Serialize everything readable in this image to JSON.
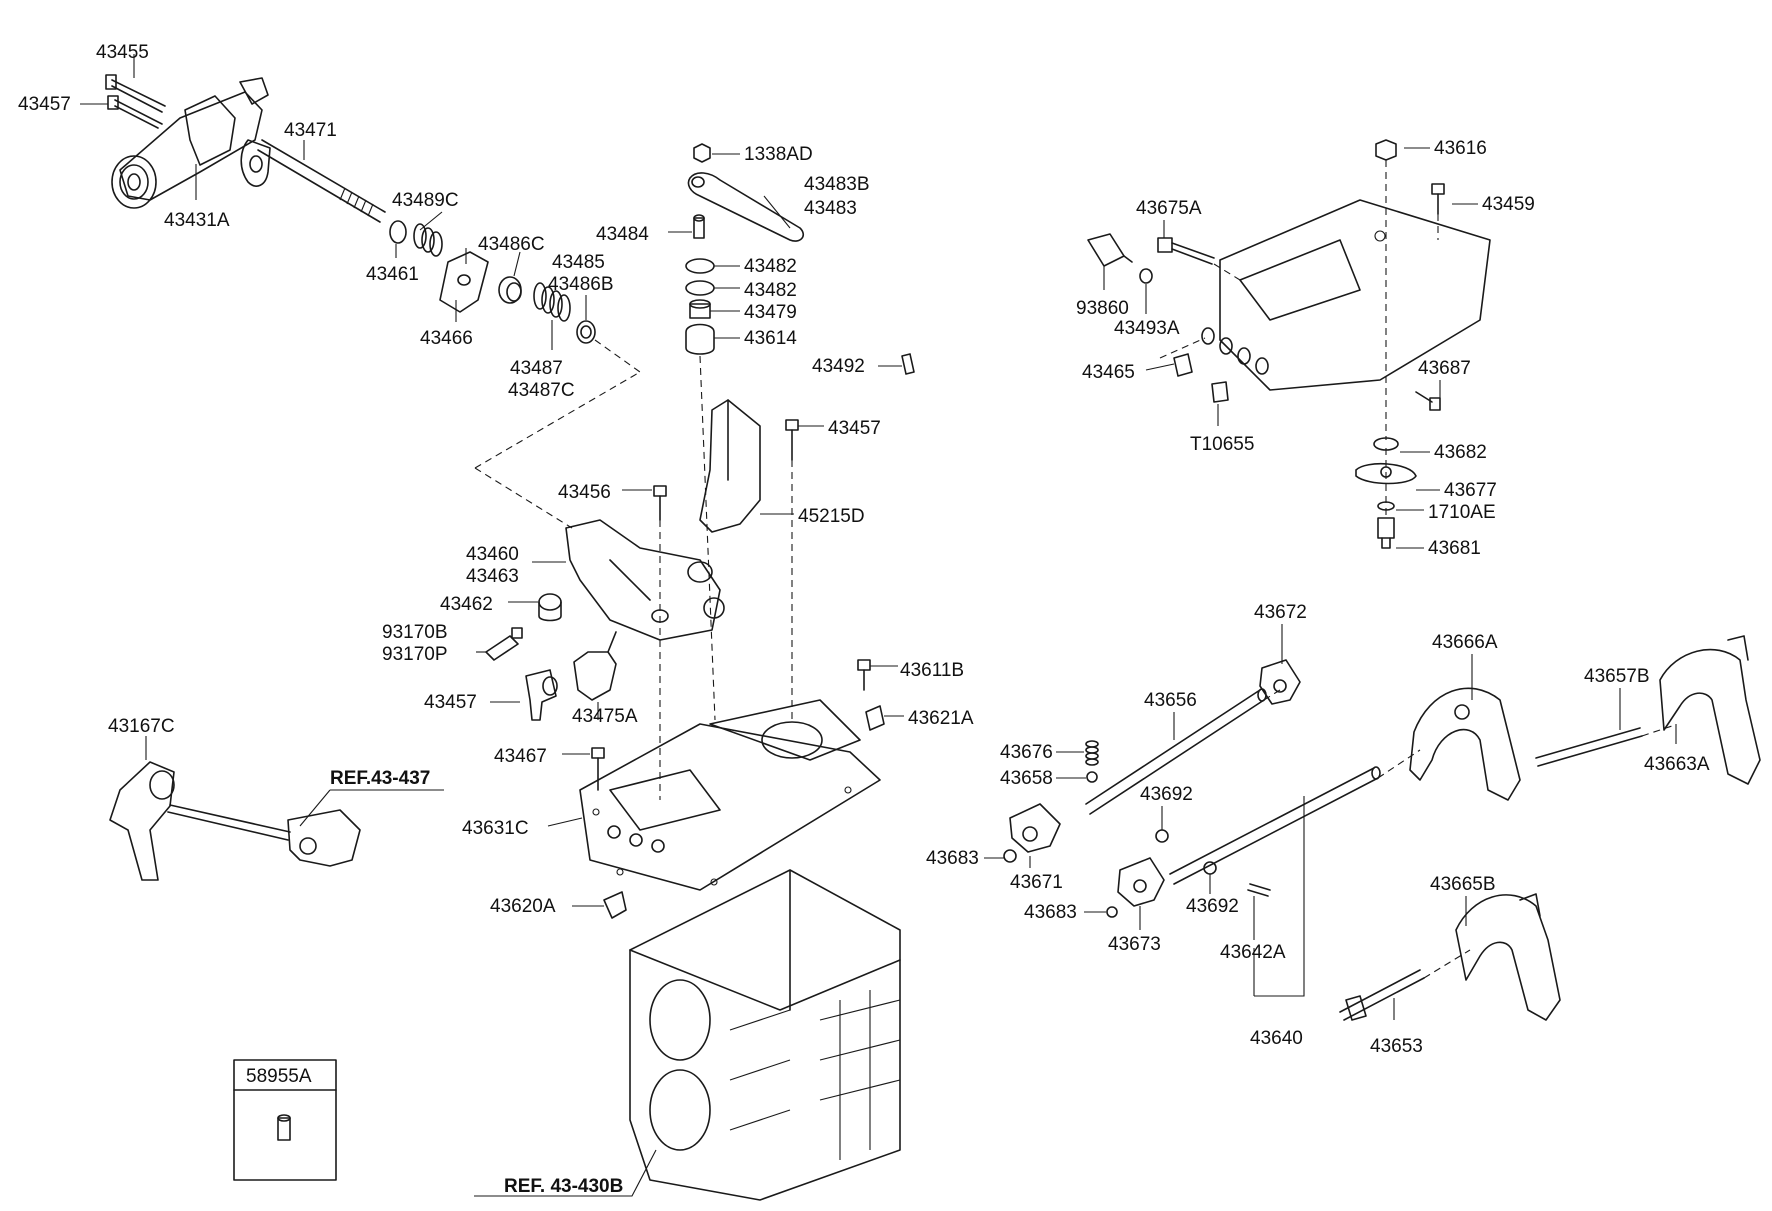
{
  "labels": {
    "l43455": "43455",
    "l43457a": "43457",
    "l43471": "43471",
    "l43431A": "43431A",
    "l43489C": "43489C",
    "l43461": "43461",
    "l43486C": "43486C",
    "l43485": "43485",
    "l43486B": "43486B",
    "l43466": "43466",
    "l43487": "43487",
    "l43487C": "43487C",
    "l1338AD": "1338AD",
    "l43483B": "43483B",
    "l43483": "43483",
    "l43484": "43484",
    "l43482a": "43482",
    "l43482b": "43482",
    "l43479": "43479",
    "l43614": "43614",
    "l43492": "43492",
    "l43457b": "43457",
    "l43456": "43456",
    "l45215D": "45215D",
    "l43460": "43460",
    "l43463": "43463",
    "l43462": "43462",
    "l93170B": "93170B",
    "l93170P": "93170P",
    "l43457c": "43457",
    "l43475A": "43475A",
    "l43611B": "43611B",
    "l43621A": "43621A",
    "l43467": "43467",
    "l43631C": "43631C",
    "l43620A": "43620A",
    "l43167C": "43167C",
    "ref43437": "REF.43-437",
    "ref43430B": "REF. 43-430B",
    "l58955A": "58955A",
    "l43616": "43616",
    "l43459": "43459",
    "l43675A": "43675A",
    "l93860": "93860",
    "l43493A": "43493A",
    "l43465": "43465",
    "l43687": "43687",
    "lT10655": "T10655",
    "l43682": "43682",
    "l43677": "43677",
    "l1710AE": "1710AE",
    "l43681": "43681",
    "l43672": "43672",
    "l43666A": "43666A",
    "l43656": "43656",
    "l43657B": "43657B",
    "l43676": "43676",
    "l43658": "43658",
    "l43692a": "43692",
    "l43663A": "43663A",
    "l43683a": "43683",
    "l43671": "43671",
    "l43683b": "43683",
    "l43673": "43673",
    "l43692b": "43692",
    "l43642A": "43642A",
    "l43665B": "43665B",
    "l43640": "43640",
    "l43653": "43653"
  }
}
